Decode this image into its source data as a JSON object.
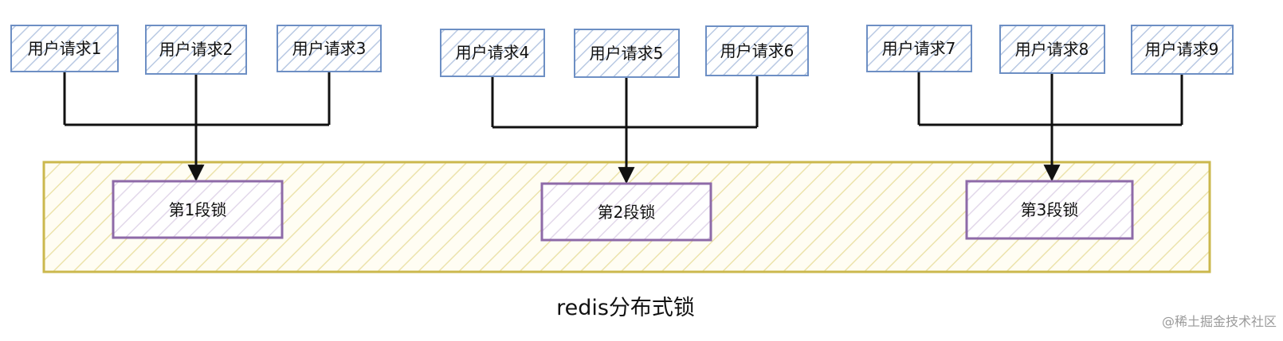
{
  "requests": [
    {
      "label": "用户请求1",
      "segment": 0
    },
    {
      "label": "用户请求2",
      "segment": 0
    },
    {
      "label": "用户请求3",
      "segment": 0
    },
    {
      "label": "用户请求4",
      "segment": 1
    },
    {
      "label": "用户请求5",
      "segment": 1
    },
    {
      "label": "用户请求6",
      "segment": 1
    },
    {
      "label": "用户请求7",
      "segment": 2
    },
    {
      "label": "用户请求8",
      "segment": 2
    },
    {
      "label": "用户请求9",
      "segment": 2
    }
  ],
  "segments": [
    {
      "label": "第1段锁"
    },
    {
      "label": "第2段锁"
    },
    {
      "label": "第3段锁"
    }
  ],
  "container": {
    "label": "redis分布式锁"
  },
  "watermark": "@稀土掘金技术社区",
  "colors": {
    "request_border": "#6d8fc4",
    "request_hatch": "#b9c9e3",
    "segment_border": "#8e6aa8",
    "segment_hatch": "#e2d8ea",
    "container_border": "#cbb84d",
    "container_hatch": "#ece3ac",
    "connector": "#111111"
  }
}
